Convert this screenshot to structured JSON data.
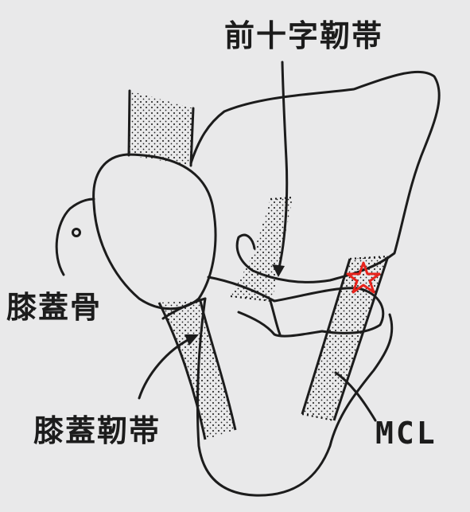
{
  "labels": {
    "acl": "前十字靭帯",
    "patella": "膝蓋骨",
    "patellar_ligament": "膝蓋靭帯",
    "mcl": "MCL"
  },
  "colors": {
    "background": "#e9e9ea",
    "line": "#1c1c1c",
    "marker": "#e8231c"
  },
  "marker": "star-icon"
}
